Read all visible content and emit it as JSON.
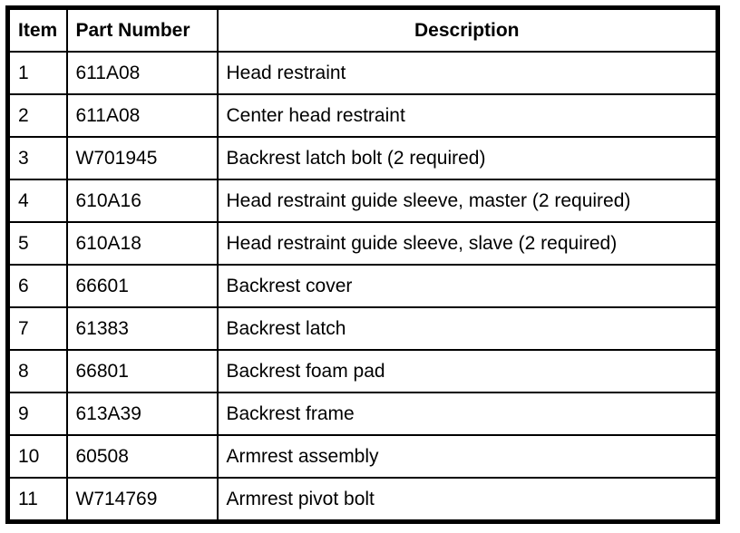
{
  "table": {
    "headers": [
      "Item",
      "Part Number",
      "Description"
    ],
    "rows": [
      {
        "item": "1",
        "part_number": "611A08",
        "description": "Head restraint"
      },
      {
        "item": "2",
        "part_number": "611A08",
        "description": "Center head restraint"
      },
      {
        "item": "3",
        "part_number": "W701945",
        "description": "Backrest latch bolt (2 required)"
      },
      {
        "item": "4",
        "part_number": "610A16",
        "description": "Head restraint guide sleeve, master (2 required)"
      },
      {
        "item": "5",
        "part_number": "610A18",
        "description": "Head restraint guide sleeve, slave (2 required)"
      },
      {
        "item": "6",
        "part_number": "66601",
        "description": "Backrest cover"
      },
      {
        "item": "7",
        "part_number": "61383",
        "description": "Backrest latch"
      },
      {
        "item": "8",
        "part_number": "66801",
        "description": "Backrest foam pad"
      },
      {
        "item": "9",
        "part_number": "613A39",
        "description": "Backrest frame"
      },
      {
        "item": "10",
        "part_number": "60508",
        "description": "Armrest assembly"
      },
      {
        "item": "11",
        "part_number": "W714769",
        "description": "Armrest pivot bolt"
      }
    ],
    "colors": {
      "border": "#000000",
      "background": "#ffffff",
      "text": "#000000"
    }
  }
}
